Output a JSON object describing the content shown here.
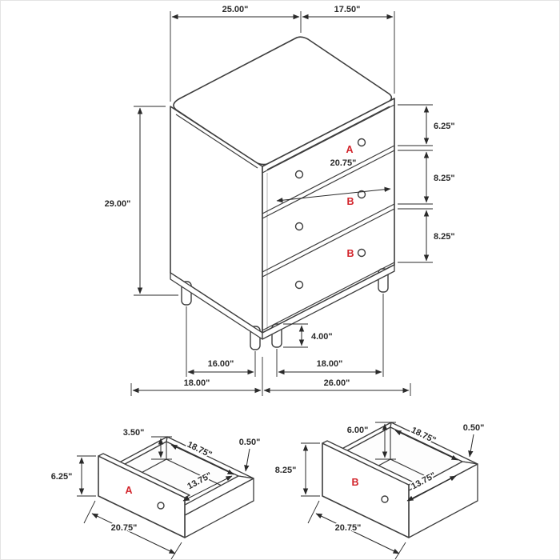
{
  "colors": {
    "line_color": "#3d3d3d",
    "dimension_color": "#2a2a2a",
    "drawer_label_color": "#d2232a",
    "background": "#ffffff"
  },
  "main_view": {
    "dim_top_depth_left": "25.00\"",
    "dim_top_width_right": "17.50\"",
    "dim_height": "29.00\"",
    "dim_drawer_a_front": "6.25\"",
    "dim_drawer_b1_front": "8.25\"",
    "dim_drawer_b2_front": "8.25\"",
    "dim_drawer_width": "20.75\"",
    "dim_leg_height": "4.00\"",
    "dim_leg_span_side": "16.00\"",
    "dim_leg_span_front": "18.00\"",
    "dim_overall_depth": "18.00\"",
    "dim_overall_width": "26.00\"",
    "label_drawer_a": "A",
    "label_drawer_b1": "B",
    "label_drawer_b2": "B"
  },
  "drawer_a_detail": {
    "label": "A",
    "dim_side_height": "3.50\"",
    "dim_interior_width": "18.75\"",
    "dim_thickness": "0.50\"",
    "dim_interior_depth": "13.75\"",
    "dim_front_height": "6.25\"",
    "dim_front_width": "20.75\""
  },
  "drawer_b_detail": {
    "label": "B",
    "dim_side_height": "6.00\"",
    "dim_interior_width": "18.75\"",
    "dim_thickness": "0.50\"",
    "dim_interior_depth": "13.75\"",
    "dim_front_height": "8.25\"",
    "dim_front_width": "20.75\""
  }
}
